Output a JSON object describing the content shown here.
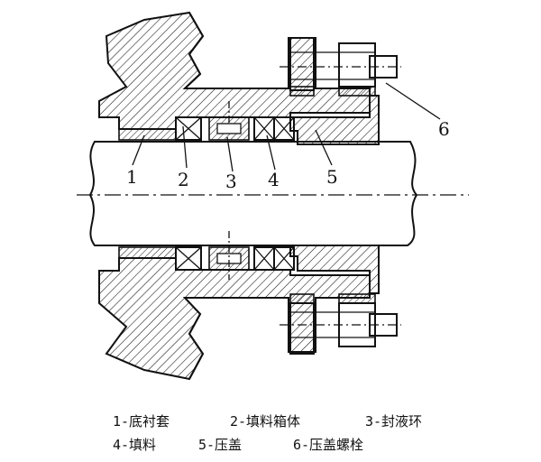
{
  "callouts": [
    {
      "id": "1",
      "text": "1"
    },
    {
      "id": "2",
      "text": "2"
    },
    {
      "id": "3",
      "text": "3"
    },
    {
      "id": "4",
      "text": "4"
    },
    {
      "id": "5",
      "text": "5"
    },
    {
      "id": "6",
      "text": "6"
    }
  ],
  "legend": {
    "row1": [
      "1-底衬套",
      "2-填料箱体",
      "3-封液环"
    ],
    "row2": [
      "4-填料",
      "5-压盖",
      "6-压盖螺栓"
    ]
  },
  "colors": {
    "line": "#111111",
    "background": "#ffffff"
  }
}
